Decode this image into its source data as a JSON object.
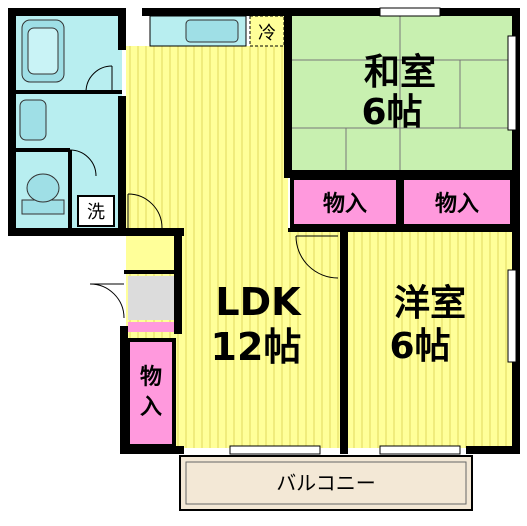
{
  "rooms": {
    "washitsu": {
      "name": "和室",
      "size": "6帖"
    },
    "ldk": {
      "name": "LDK",
      "size": "12帖"
    },
    "youshitsu": {
      "name": "洋室",
      "size": "6帖"
    },
    "storage_label": "物入",
    "balcony": "バルコニー",
    "fridge": "冷",
    "washer": "洗"
  },
  "colors": {
    "wall": "#000000",
    "tatami": "#c8f0b0",
    "flooring": "#ffff99",
    "floor_stripe": "#e8e060",
    "storage": "#ff99dd",
    "wet_area": "#b8eef0",
    "balcony": "#f3e8d6",
    "entrance": "#dcdcdc"
  }
}
